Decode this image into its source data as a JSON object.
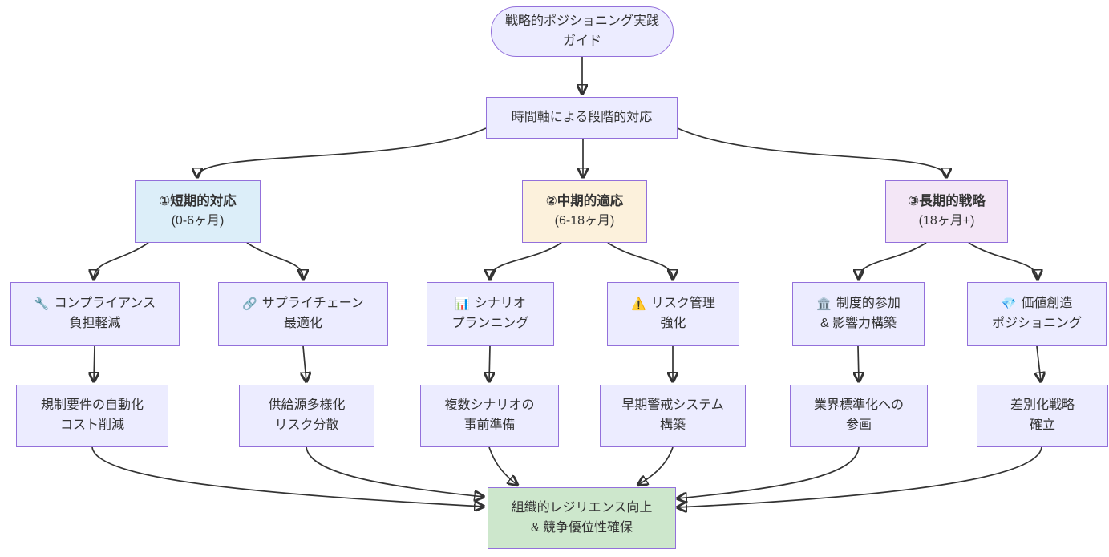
{
  "diagram": {
    "title_node": {
      "line1": "戦略的ポジショニング実践",
      "line2": "ガイド"
    },
    "phase_node": {
      "label": "時間軸による段階的対応"
    },
    "branches": [
      {
        "title": "①短期的対応",
        "subtitle": "(0-6ヶ月)",
        "fill": "#dceef9"
      },
      {
        "title": "②中期的適応",
        "subtitle": "(6-18ヶ月)",
        "fill": "#fcf1dc"
      },
      {
        "title": "③長期的戦略",
        "subtitle": "(18ヶ月+)",
        "fill": "#f3e6f6"
      }
    ],
    "actions": [
      {
        "icon": "🔧",
        "icon_name": "wrench-icon",
        "line1": "コンプライアンス",
        "line2": "負担軽減"
      },
      {
        "icon": "🔗",
        "icon_name": "link-icon",
        "line1": "サプライチェーン",
        "line2": "最適化"
      },
      {
        "icon": "📊",
        "icon_name": "bar-chart-icon",
        "line1": "シナリオ",
        "line2": "プランニング"
      },
      {
        "icon": "⚠️",
        "icon_name": "warning-icon",
        "line1": "リスク管理",
        "line2": "強化"
      },
      {
        "icon": "🏛️",
        "icon_name": "institution-icon",
        "line1": "制度的参加",
        "line2": "& 影響力構築"
      },
      {
        "icon": "💎",
        "icon_name": "gem-icon",
        "line1": "価値創造",
        "line2": "ポジショニング"
      }
    ],
    "outcomes": [
      {
        "line1": "規制要件の自動化",
        "line2": "コスト削減"
      },
      {
        "line1": "供給源多様化",
        "line2": "リスク分散"
      },
      {
        "line1": "複数シナリオの",
        "line2": "事前準備"
      },
      {
        "line1": "早期警戒システム",
        "line2": "構築"
      },
      {
        "line1": "業界標準化への",
        "line2": "参画"
      },
      {
        "line1": "差別化戦略",
        "line2": "確立"
      }
    ],
    "goal_node": {
      "line1": "組織的レジリエンス向上",
      "line2": "& 競争優位性確保"
    },
    "colors": {
      "default_fill": "#ececff",
      "border": "#9370db",
      "edge": "#333333",
      "short_term_fill": "#dceef9",
      "mid_term_fill": "#fcf1dc",
      "long_term_fill": "#f3e6f6",
      "goal_fill": "#cde7cc",
      "text": "#333333"
    }
  }
}
